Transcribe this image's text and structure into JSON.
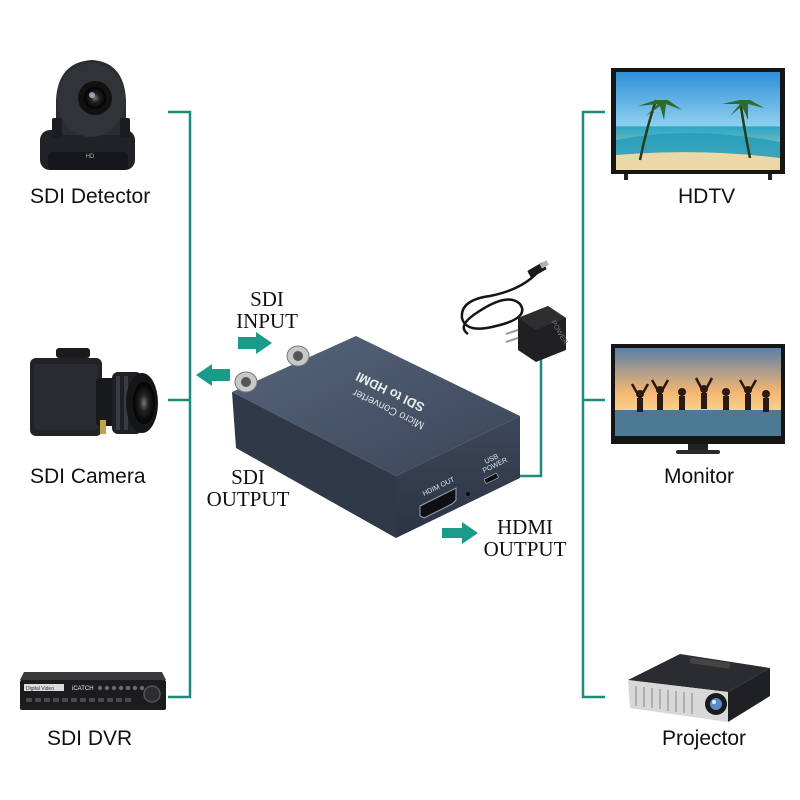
{
  "left_devices": [
    {
      "label": "SDI Detector",
      "icon": "ptz-camera-icon"
    },
    {
      "label": "SDI Camera",
      "icon": "box-camera-icon"
    },
    {
      "label": "SDI DVR",
      "icon": "dvr-icon"
    }
  ],
  "right_devices": [
    {
      "label": "HDTV",
      "icon": "tv-icon"
    },
    {
      "label": "Monitor",
      "icon": "monitor-icon"
    },
    {
      "label": "Projector",
      "icon": "projector-icon"
    }
  ],
  "ports": {
    "sdi_input": {
      "line1": "SDI",
      "line2": "INPUT"
    },
    "sdi_output": {
      "line1": "SDI",
      "line2": "OUTPUT"
    },
    "hdmi_output": {
      "line1": "HDMI",
      "line2": "OUTPUT"
    }
  },
  "converter": {
    "name_line1": "SDI to HDMI",
    "name_line2": "Micro Converter",
    "hdmi_port_label": "HDIM OUT",
    "usb_label_line1": "USB",
    "usb_label_line2": "POWER",
    "adapter_label": "POWER"
  },
  "colors": {
    "connector_line": "#1f8a7a",
    "arrow": "#1a9a88",
    "converter_body": "#3d4a5c"
  }
}
